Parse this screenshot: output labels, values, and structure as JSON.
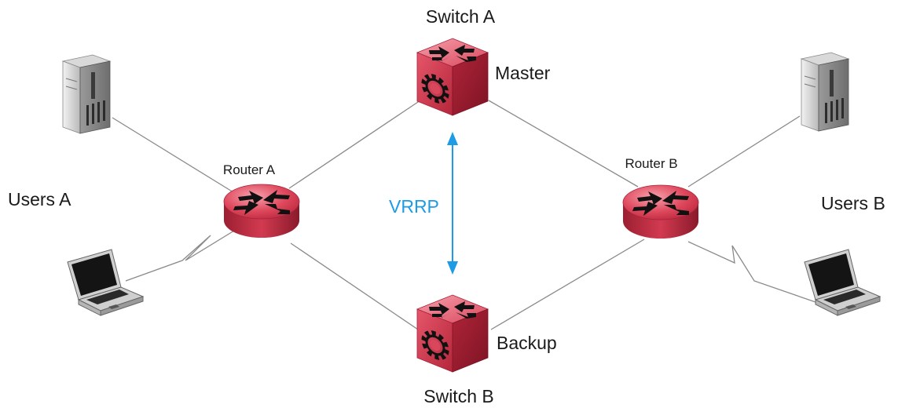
{
  "labels": {
    "switch_a": "Switch A",
    "switch_b": "Switch B",
    "master": "Master",
    "backup": "Backup",
    "router_a": "Router A",
    "router_b": "Router B",
    "users_a": "Users A",
    "users_b": "Users B",
    "vrrp": "VRRP"
  },
  "colors": {
    "device_red": "#d8344a",
    "device_red_light": "#f07a8a",
    "device_red_dark": "#8e1e2e",
    "vrrp_blue": "#1e9be6",
    "link_gray": "#8a8a8a"
  },
  "icons": [
    "server-icon",
    "laptop-icon",
    "router-icon",
    "switch-icon",
    "double-arrow-icon"
  ]
}
